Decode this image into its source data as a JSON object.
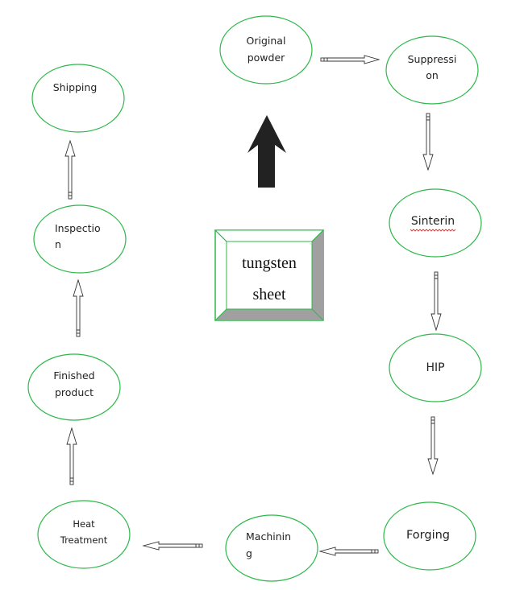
{
  "colors": {
    "node_stroke": "#2db84a",
    "arrow_stroke": "#333333",
    "arrow_fill": "#ffffff",
    "big_arrow": "#222222",
    "box_bevel": "#a0a0a0",
    "spelling_underline": "#d43a3a"
  },
  "center_box": {
    "line1": "tungsten",
    "line2": "sheet"
  },
  "nodes": {
    "original_powder": {
      "line1": "Original",
      "line2": "powder"
    },
    "suppression": {
      "line1": "Suppressi",
      "line2": "on"
    },
    "sintering": {
      "line1": "Sinterin"
    },
    "hip": {
      "line1": "HIP"
    },
    "forging": {
      "line1": "Forging"
    },
    "machining": {
      "line1": "Machinin",
      "line2": "g"
    },
    "heat_treatment": {
      "line1": "Heat",
      "line2": "Treatment"
    },
    "finished_product": {
      "line1": "Finished",
      "line2": "product"
    },
    "inspection": {
      "line1": "Inspectio",
      "line2": "n"
    },
    "shipping": {
      "line1": "Shipping"
    }
  }
}
